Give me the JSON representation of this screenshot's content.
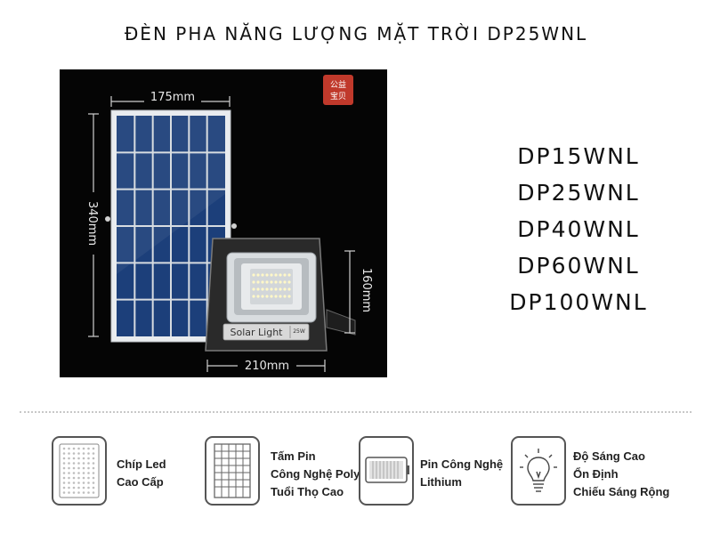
{
  "page": {
    "title": "ĐÈN PHA NĂNG LƯỢNG MẶT TRỜI DP25WNL"
  },
  "photo": {
    "dim_panel_width": "175mm",
    "dim_panel_height": "340mm",
    "dim_light_height": "160mm",
    "dim_light_width": "210mm",
    "light_label": "Solar Light",
    "light_power": "25W",
    "badge_line1": "公益",
    "badge_line2": "宝贝",
    "badge_color": "#c0392b"
  },
  "models": [
    "DP15WNL",
    "DP25WNL",
    "DP40WNL",
    "DP60WNL",
    "DP100WNL"
  ],
  "features": [
    {
      "icon": "led-chip-icon",
      "lines": [
        "Chíp Led",
        "Cao Cấp"
      ]
    },
    {
      "icon": "solar-panel-icon",
      "lines": [
        "Tấm Pin",
        "Công Nghệ Poly",
        "Tuổi Thọ Cao"
      ]
    },
    {
      "icon": "battery-icon",
      "lines": [
        "Pin Công Nghệ",
        "Lithium"
      ]
    },
    {
      "icon": "light-bulb-icon",
      "lines": [
        "Độ Sáng Cao",
        "Ổn Định",
        "Chiếu Sáng Rộng"
      ]
    }
  ]
}
